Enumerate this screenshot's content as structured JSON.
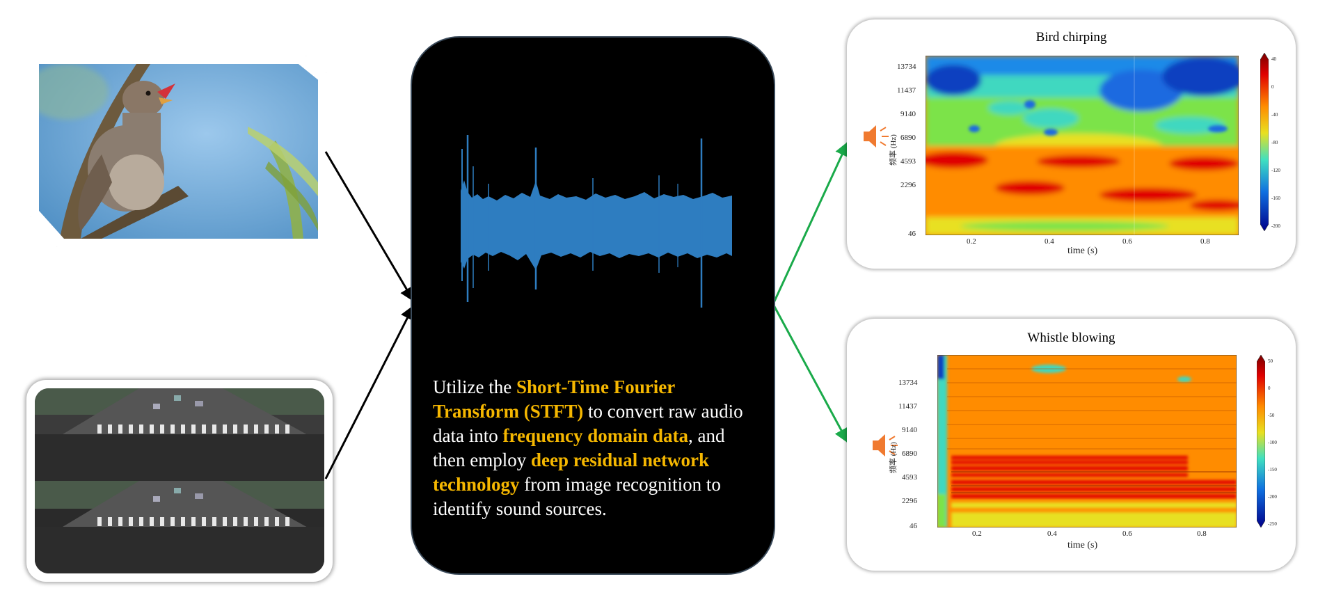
{
  "description": {
    "part1": "Utilize the ",
    "hl1": "Short-Time Fourier Transform (STFT)",
    "part2": " to convert raw audio data into ",
    "hl2": "frequency domain data",
    "part3": ", and then employ ",
    "hl3": "deep residual network technology",
    "part4": " from image recognition to identify sound sources."
  },
  "colors": {
    "panel_bg": "#000000",
    "highlight": "#f5b700",
    "waveform": "#2e7dc0",
    "arrow_input": "#000000",
    "arrow_output": "#1aaa4a",
    "speaker": "#f07a30"
  },
  "icons": [
    "speaker-icon"
  ],
  "chart_data": [
    {
      "type": "heatmap",
      "title": "Bird chirping",
      "xlabel": "time (s)",
      "ylabel": "频率 (Hz)",
      "x_ticks": [
        "0.2",
        "0.4",
        "0.6",
        "0.8"
      ],
      "y_ticks": [
        "13734",
        "11437",
        "9140",
        "6890",
        "4593",
        "2296",
        "46"
      ],
      "colorbar_ticks": [
        "40",
        "0",
        "-40",
        "-80",
        "-120",
        "-160",
        "-200"
      ]
    },
    {
      "type": "heatmap",
      "title": "Whistle blowing",
      "xlabel": "time (s)",
      "ylabel": "频率 (Hz)",
      "x_ticks": [
        "0.2",
        "0.4",
        "0.6",
        "0.8"
      ],
      "y_ticks": [
        "13734",
        "11437",
        "9140",
        "6890",
        "4593",
        "2296",
        "46"
      ],
      "colorbar_ticks": [
        "50",
        "0",
        "-50",
        "-100",
        "-150",
        "-200",
        "-250"
      ]
    }
  ]
}
